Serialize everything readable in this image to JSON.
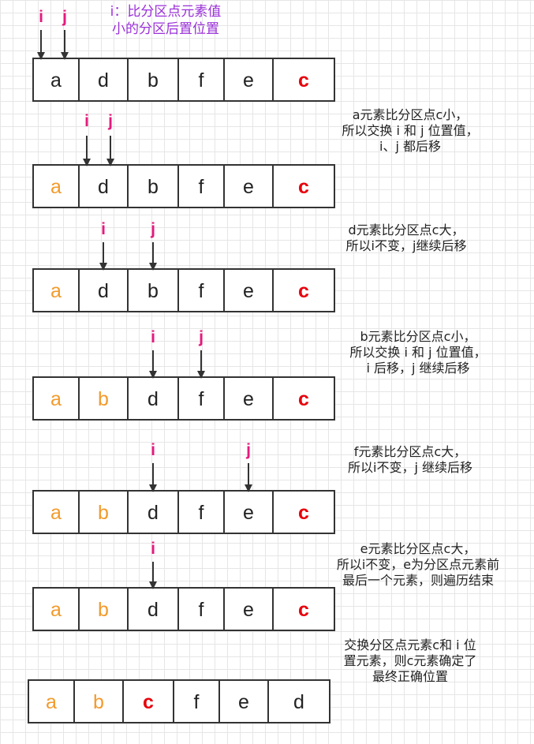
{
  "legend": {
    "line1": "i：比分区点元素值",
    "line2": "小的分区后置位置"
  },
  "colors": {
    "normal": "#222222",
    "swapped": "#f39a2b",
    "pivot": "#e8000b",
    "pointer": "#e5197e",
    "legend": "#9b30d9"
  },
  "steps": [
    {
      "cells": [
        {
          "text": "a",
          "state": "normal"
        },
        {
          "text": "d",
          "state": "normal"
        },
        {
          "text": "b",
          "state": "normal"
        },
        {
          "text": "f",
          "state": "normal"
        },
        {
          "text": "e",
          "state": "normal"
        },
        {
          "text": "c",
          "state": "pivot"
        }
      ],
      "pointers": [
        {
          "label": "i",
          "index": 0
        },
        {
          "label": "j",
          "index": 0
        }
      ],
      "note": []
    },
    {
      "cells": [
        {
          "text": "a",
          "state": "swapped"
        },
        {
          "text": "d",
          "state": "normal"
        },
        {
          "text": "b",
          "state": "normal"
        },
        {
          "text": "f",
          "state": "normal"
        },
        {
          "text": "e",
          "state": "normal"
        },
        {
          "text": "c",
          "state": "pivot"
        }
      ],
      "pointers": [
        {
          "label": "i",
          "index": 1
        },
        {
          "label": "j",
          "index": 1
        }
      ],
      "note": [
        "a元素比分区点c小，",
        "所以交换 i 和 j 位置值，",
        "i、j 都后移"
      ]
    },
    {
      "cells": [
        {
          "text": "a",
          "state": "swapped"
        },
        {
          "text": "d",
          "state": "normal"
        },
        {
          "text": "b",
          "state": "normal"
        },
        {
          "text": "f",
          "state": "normal"
        },
        {
          "text": "e",
          "state": "normal"
        },
        {
          "text": "c",
          "state": "pivot"
        }
      ],
      "pointers": [
        {
          "label": "i",
          "index": 1
        },
        {
          "label": "j",
          "index": 2
        }
      ],
      "note": [
        "d元素比分区点c大，",
        "所以i不变，j继续后移"
      ]
    },
    {
      "cells": [
        {
          "text": "a",
          "state": "swapped"
        },
        {
          "text": "b",
          "state": "swapped"
        },
        {
          "text": "d",
          "state": "normal"
        },
        {
          "text": "f",
          "state": "normal"
        },
        {
          "text": "e",
          "state": "normal"
        },
        {
          "text": "c",
          "state": "pivot"
        }
      ],
      "pointers": [
        {
          "label": "i",
          "index": 2
        },
        {
          "label": "j",
          "index": 3
        }
      ],
      "note": [
        "b元素比分区点c小，",
        "所以交换 i 和 j 位置值，",
        "i 后移，j 继续后移"
      ]
    },
    {
      "cells": [
        {
          "text": "a",
          "state": "swapped"
        },
        {
          "text": "b",
          "state": "swapped"
        },
        {
          "text": "d",
          "state": "normal"
        },
        {
          "text": "f",
          "state": "normal"
        },
        {
          "text": "e",
          "state": "normal"
        },
        {
          "text": "c",
          "state": "pivot"
        }
      ],
      "pointers": [
        {
          "label": "i",
          "index": 2
        },
        {
          "label": "j",
          "index": 4
        }
      ],
      "note": [
        "f元素比分区点c大，",
        "所以i不变，j 继续后移"
      ]
    },
    {
      "cells": [
        {
          "text": "a",
          "state": "swapped"
        },
        {
          "text": "b",
          "state": "swapped"
        },
        {
          "text": "d",
          "state": "normal"
        },
        {
          "text": "f",
          "state": "normal"
        },
        {
          "text": "e",
          "state": "normal"
        },
        {
          "text": "c",
          "state": "pivot"
        }
      ],
      "pointers": [
        {
          "label": "i",
          "index": 2
        }
      ],
      "note": [
        "e元素比分区点c大，",
        "所以i不变，e为分区点元素前",
        "最后一个元素，则遍历结束"
      ]
    },
    {
      "cells": [
        {
          "text": "a",
          "state": "swapped"
        },
        {
          "text": "b",
          "state": "swapped"
        },
        {
          "text": "c",
          "state": "pivot"
        },
        {
          "text": "f",
          "state": "normal"
        },
        {
          "text": "e",
          "state": "normal"
        },
        {
          "text": "d",
          "state": "normal"
        }
      ],
      "pointers": [],
      "note": [
        "交换分区点元素c和 i 位",
        "置元素，则c元素确定了",
        "最终正确位置"
      ]
    }
  ]
}
